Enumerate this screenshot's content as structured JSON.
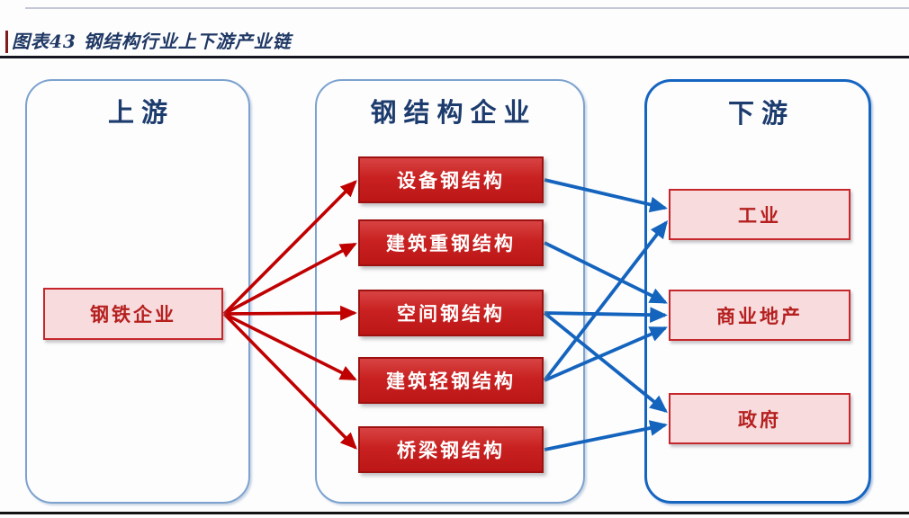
{
  "figure": {
    "title": "图表43 钢结构行业上下游产业链"
  },
  "diagram": {
    "columns": [
      {
        "header": "上游",
        "nodes": [
          {
            "id": "steel",
            "label": "钢铁企业"
          }
        ]
      },
      {
        "header": "钢结构企业",
        "nodes": [
          {
            "id": "equip",
            "label": "设备钢结构"
          },
          {
            "id": "heavy",
            "label": "建筑重钢结构"
          },
          {
            "id": "space",
            "label": "空间钢结构"
          },
          {
            "id": "light",
            "label": "建筑轻钢结构"
          },
          {
            "id": "bridge",
            "label": "桥梁钢结构"
          }
        ]
      },
      {
        "header": "下游",
        "nodes": [
          {
            "id": "industry",
            "label": "工业"
          },
          {
            "id": "commercial",
            "label": "商业地产"
          },
          {
            "id": "government",
            "label": "政府"
          }
        ]
      }
    ],
    "edges": {
      "upstream_to_mid": [
        [
          "steel",
          "equip"
        ],
        [
          "steel",
          "heavy"
        ],
        [
          "steel",
          "space"
        ],
        [
          "steel",
          "light"
        ],
        [
          "steel",
          "bridge"
        ]
      ],
      "mid_to_downstream": [
        [
          "equip",
          "industry"
        ],
        [
          "heavy",
          "commercial"
        ],
        [
          "space",
          "commercial"
        ],
        [
          "space",
          "government"
        ],
        [
          "light",
          "industry"
        ],
        [
          "light",
          "commercial"
        ],
        [
          "bridge",
          "government"
        ]
      ]
    },
    "colors": {
      "red_arrow": "#c00000",
      "blue_arrow": "#1464be",
      "mid_box_fill_top": "#d84343",
      "mid_box_fill_bottom": "#bc1616",
      "mid_box_border": "#9e1111",
      "mid_box_text": "#ffffff",
      "side_box_fill": "#f8dbdd",
      "side_box_border": "#c5272b",
      "side_box_text": "#b5201f",
      "panel_border_light": "#7da2ce",
      "panel_border_strong": "#1565c0",
      "header_text": "#1d3c6e",
      "title_text": "#1f3864"
    }
  }
}
